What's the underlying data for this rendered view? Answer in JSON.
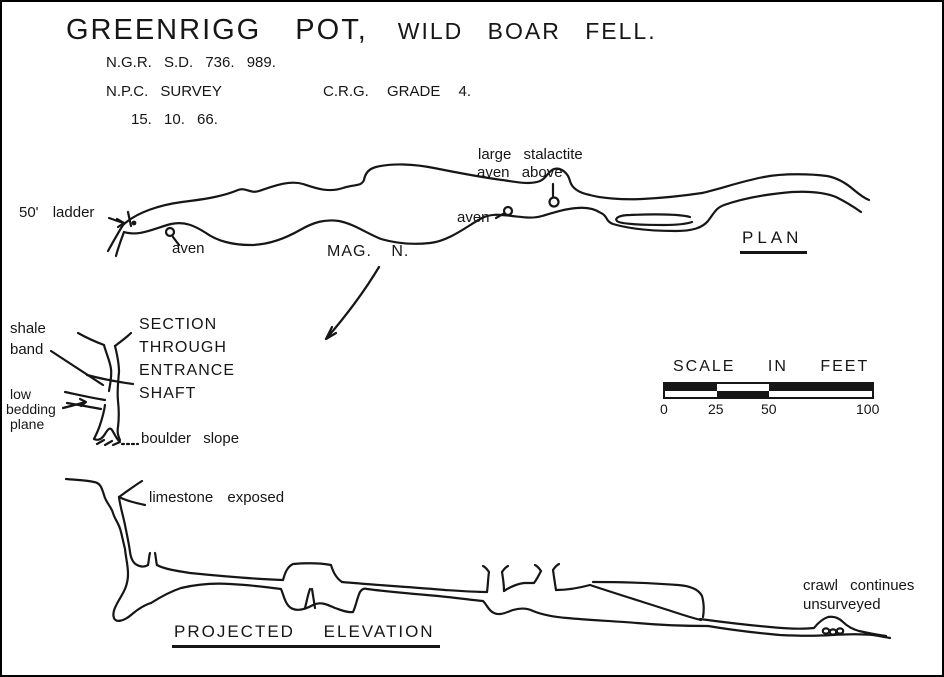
{
  "colors": {
    "ink": "#161616",
    "paper": "#ffffff"
  },
  "header": {
    "title_main": "GREENRIGG POT,",
    "title_rest": "WILD BOAR FELL.",
    "ngr": "N.G.R. S.D. 736. 989.",
    "org": "N.P.C. SURVEY",
    "grade": "C.R.G. GRADE 4.",
    "date": "15. 10. 66."
  },
  "plan": {
    "view_label": "PLAN",
    "north_label": "MAG. N.",
    "ladder_label": "50' ladder",
    "aven_left_label": "aven",
    "aven_mid_label": "aven",
    "stalactite_label_line1": "large stalactite",
    "stalactite_label_line2": "aven above"
  },
  "section": {
    "heading_lines": [
      "SECTION",
      "THROUGH",
      "ENTRANCE",
      "SHAFT"
    ],
    "shale_label_line1": "shale",
    "shale_label_line2": "band",
    "bedding_label_line1": "low",
    "bedding_label_line2": "bedding",
    "bedding_label_line3": "plane",
    "boulder_label": "boulder slope"
  },
  "scale_bar": {
    "title": "SCALE IN FEET",
    "ticks": [
      "0",
      "25",
      "50",
      "100"
    ]
  },
  "elevation": {
    "view_label": "PROJECTED ELEVATION",
    "limestone_label": "limestone exposed",
    "crawl_label_line1": "crawl continues",
    "crawl_label_line2": "unsurveyed"
  }
}
